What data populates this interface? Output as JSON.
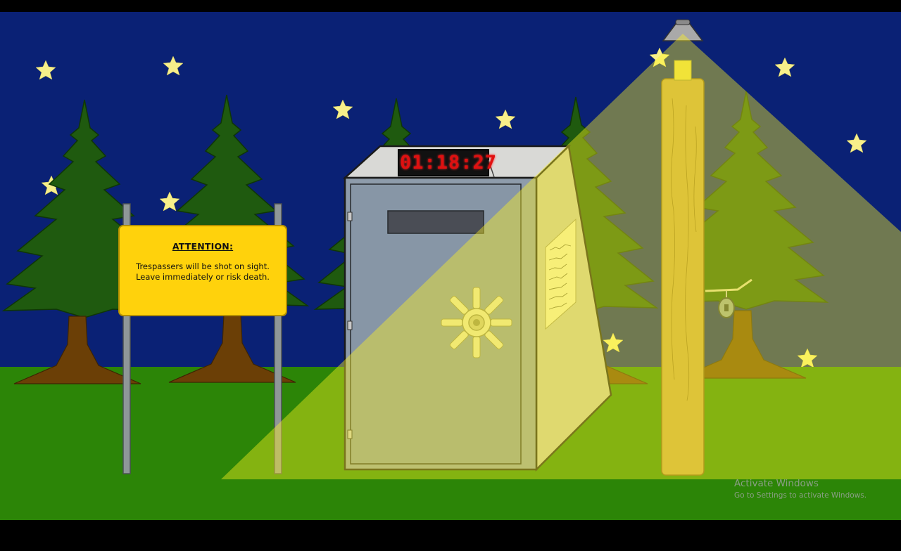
{
  "sign": {
    "title": "ATTENTION:",
    "line1": "Trespassers will be shot on sight.",
    "line2": "Leave immediately or risk death."
  },
  "safe": {
    "timer": "01:18:27"
  },
  "watermark": {
    "title": "Activate Windows",
    "subtitle": "Go to Settings to activate Windows."
  },
  "colors": {
    "sky": "#0a2175",
    "grass": "#2c8507",
    "tree": "#1f5a0f",
    "trunk": "#6b3f06",
    "sign": "#ffd20c",
    "safe_body": "#8e9cab",
    "light_beam": "#fff21e"
  },
  "icons": [
    "star-icon",
    "vault-wheel-icon",
    "hinge-icon",
    "lamp-icon"
  ]
}
